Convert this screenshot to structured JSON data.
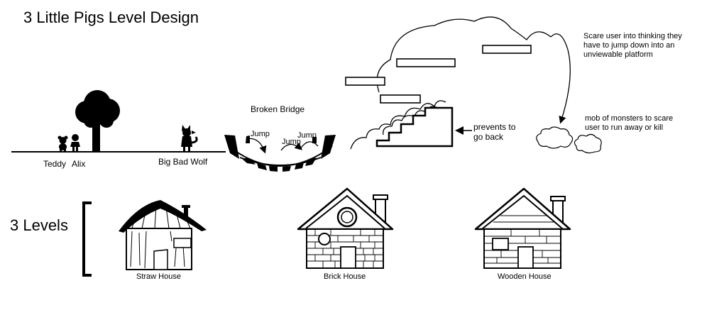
{
  "title": "3 Little Pigs Level Design",
  "characters": {
    "teddy": "Teddy",
    "alix": "Alix",
    "wolf": "Big Bad Wolf"
  },
  "bridge": {
    "title": "Broken Bridge",
    "jump1": "Jump",
    "jump2": "Jump",
    "jump3": "Jump"
  },
  "annotations": {
    "prevents": "prevents to go back",
    "scare": "Scare user into thinking they have to jump down into an unviewable platform",
    "mob": "mob of monsters to scare user to run away or kill"
  },
  "levels": {
    "label": "3 Levels",
    "straw": "Straw House",
    "brick": "Brick House",
    "wooden": "Wooden House"
  }
}
